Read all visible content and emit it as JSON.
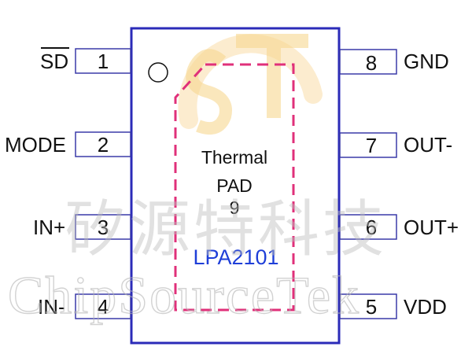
{
  "colors": {
    "chip_outline": "#2b2bb8",
    "pin_box": "#3a3aa8",
    "thermal_pad": "#e0307a",
    "part_number": "#1f3fd8",
    "logo_ring": "#f7d28a",
    "logo_st": "#f5c96a",
    "watermark": "#bdbdbd"
  },
  "watermark": {
    "chinese": "矽源特科技",
    "english": "ChipSourceTek"
  },
  "chip": {
    "part_number": "LPA2101",
    "thermal_pad": {
      "line1": "Thermal",
      "line2": "PAD",
      "pin_number": "9"
    },
    "pin1_marker": "pin1-dot-icon",
    "logo": "cst-logo-icon"
  },
  "pins": {
    "left": [
      {
        "number": "1",
        "label": "SD",
        "overline": true
      },
      {
        "number": "2",
        "label": "MODE",
        "overline": false
      },
      {
        "number": "3",
        "label": "IN+",
        "overline": false
      },
      {
        "number": "4",
        "label": "IN-",
        "overline": false
      }
    ],
    "right": [
      {
        "number": "8",
        "label": "GND"
      },
      {
        "number": "7",
        "label": "OUT-"
      },
      {
        "number": "6",
        "label": "OUT+"
      },
      {
        "number": "5",
        "label": "VDD"
      }
    ]
  }
}
